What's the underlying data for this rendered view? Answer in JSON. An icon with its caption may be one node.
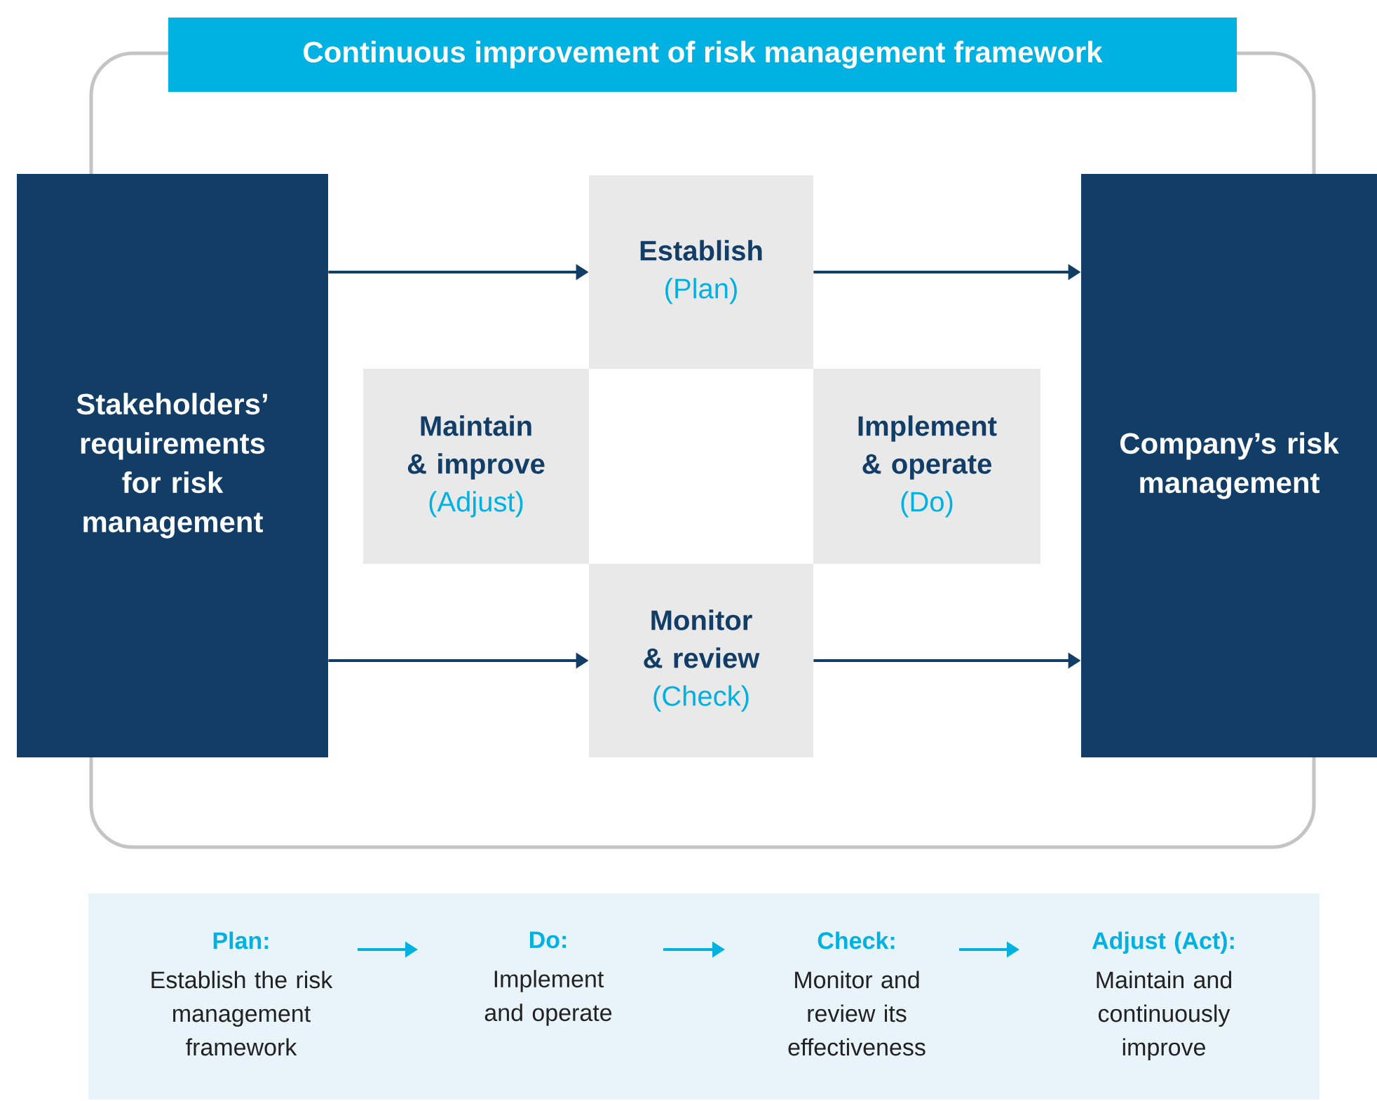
{
  "diagram": {
    "nodes": [
      {
        "text": [
          "Continuous improvement of risk management framework"
        ]
      },
      {
        "text": [
          "Stakeholders’ requirements for risk management"
        ]
      },
      {
        "text": [
          "Establish",
          "(Plan)"
        ],
        "in": 0
      },
      {
        "text": [
          "Maintain & improve",
          "(Adjust)"
        ],
        "in": 0
      },
      {
        "text": [
          "Implement & operate",
          "(Do)"
        ],
        "in": 0
      },
      {
        "text": [
          "Monitor & review",
          "(Check)"
        ],
        "in": 0
      },
      {
        "text": [
          "Company’s risk management"
        ]
      },
      {
        "text": [
          "Plan:",
          "Establish the risk management framework"
        ]
      },
      {
        "text": [
          "Do:",
          "Implement and operate"
        ]
      },
      {
        "text": [
          "Check:",
          "Monitor and review its effectiveness"
        ]
      },
      {
        "text": [
          "Adjust (Act):",
          "Maintain and continuously improve"
        ]
      }
    ],
    "edges": [
      {
        "from": 1,
        "to": 2,
        "arrow": "to"
      },
      {
        "from": 2,
        "to": 6,
        "arrow": "to"
      },
      {
        "from": 1,
        "to": 5,
        "arrow": "to"
      },
      {
        "from": 5,
        "to": 6,
        "arrow": "to"
      },
      {
        "from": 7,
        "to": 8,
        "arrow": "to",
        "color": "#00b1e1"
      },
      {
        "from": 8,
        "to": 9,
        "arrow": "to",
        "color": "#00b1e1"
      },
      {
        "from": 9,
        "to": 10,
        "arrow": "to",
        "color": "#00b1e1"
      }
    ]
  }
}
